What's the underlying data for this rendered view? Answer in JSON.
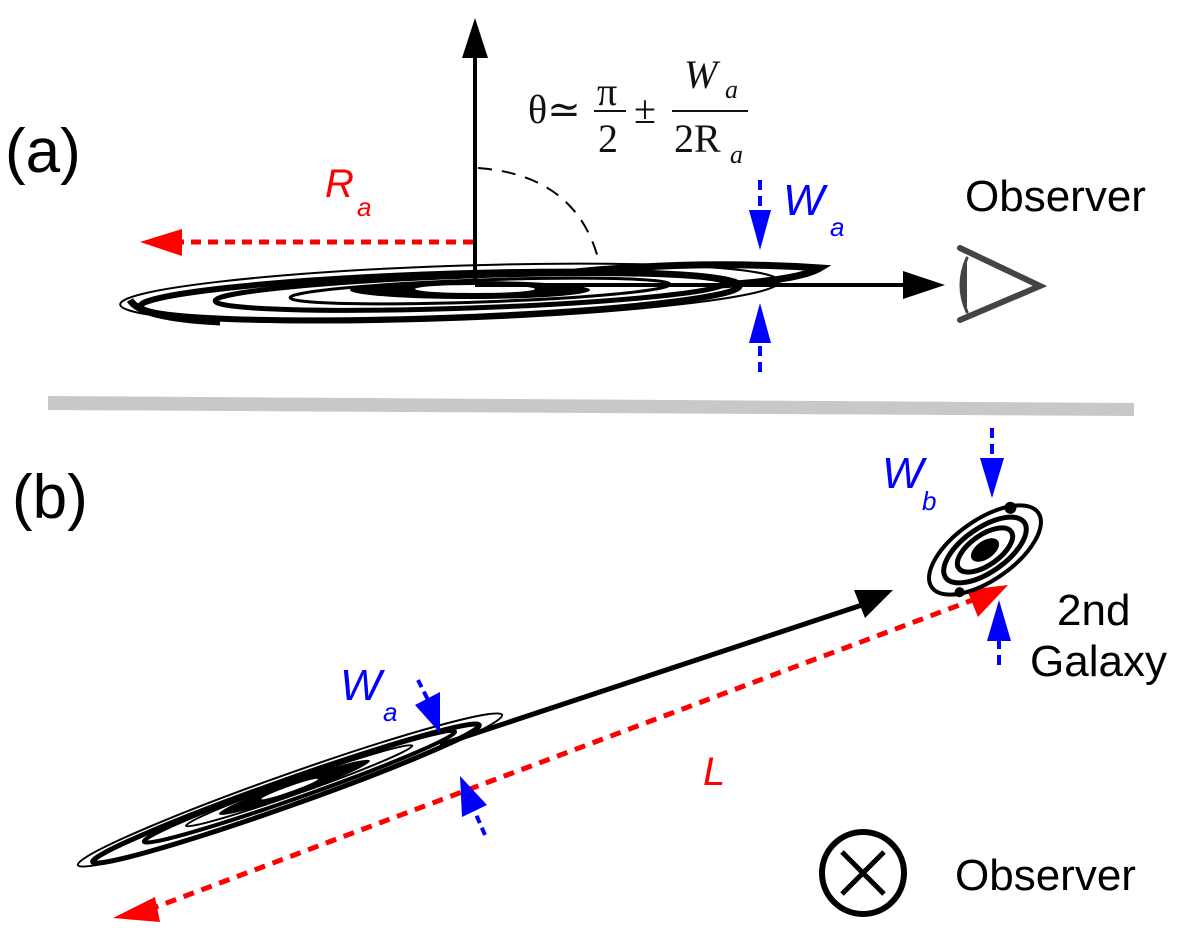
{
  "panel_a": {
    "label": "(a)",
    "radius_label": "R",
    "radius_sub": "a",
    "width_label": "W",
    "width_sub": "a",
    "observer_label": "Observer",
    "formula": {
      "lhs": "θ≃",
      "pi_num": "π",
      "pi_den": "2",
      "pm": "±",
      "num_main": "W",
      "num_sub": "a",
      "den_main": "2R",
      "den_sub": "a"
    }
  },
  "panel_b": {
    "label": "(b)",
    "width_a_label": "W",
    "width_a_sub": "a",
    "width_b_label": "W",
    "width_b_sub": "b",
    "distance_label": "L",
    "galaxy_line1": "2nd",
    "galaxy_line2": "Galaxy",
    "observer_label": "Observer",
    "observer_symbol": "into-page-icon"
  },
  "colors": {
    "red": "#ff0000",
    "blue": "#0000ff",
    "black": "#000000",
    "divider": "#c8c8c8",
    "eye": "#444444"
  }
}
